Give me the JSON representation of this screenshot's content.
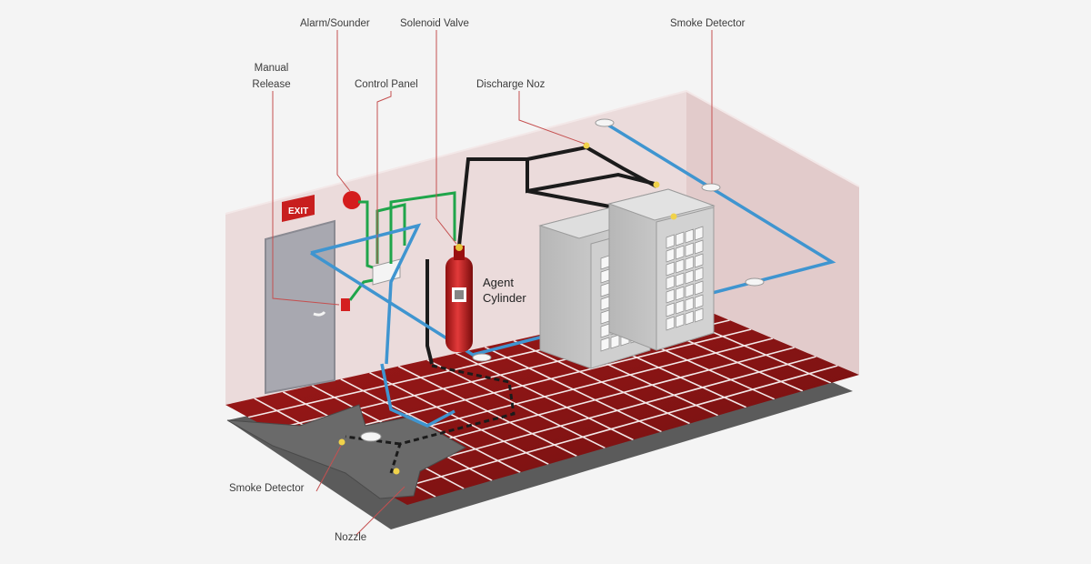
{
  "labels": {
    "alarm_sounder": "Alarm/Sounder",
    "solenoid_valve": "Solenoid Valve",
    "smoke_detector_top": "Smoke Detector",
    "manual_release_line1": "Manual",
    "manual_release_line2": "Release",
    "control_panel": "Control Panel",
    "discharge_nozzle": "Discharge Noz",
    "agent_cylinder_line1": "Agent",
    "agent_cylinder_line2": "Cylinder",
    "smoke_detector_bottom": "Smoke Detector",
    "nozzle": "Nozzle",
    "exit_sign": "EXIT"
  },
  "colors": {
    "background": "#f4f4f4",
    "wall": "#ead9d9",
    "wall_right": "#e3cccc",
    "floor_tile": "#8e1414",
    "grout": "#ffffff",
    "subfloor": "#5e5e5e",
    "detector_pipe": "#3f95d0",
    "control_wire": "#1fa54a",
    "discharge_pipe": "#1d1d1d",
    "leader_line": "#c25050",
    "cylinder": "#cf1f1f",
    "server_rack": "#c7c7c7"
  }
}
